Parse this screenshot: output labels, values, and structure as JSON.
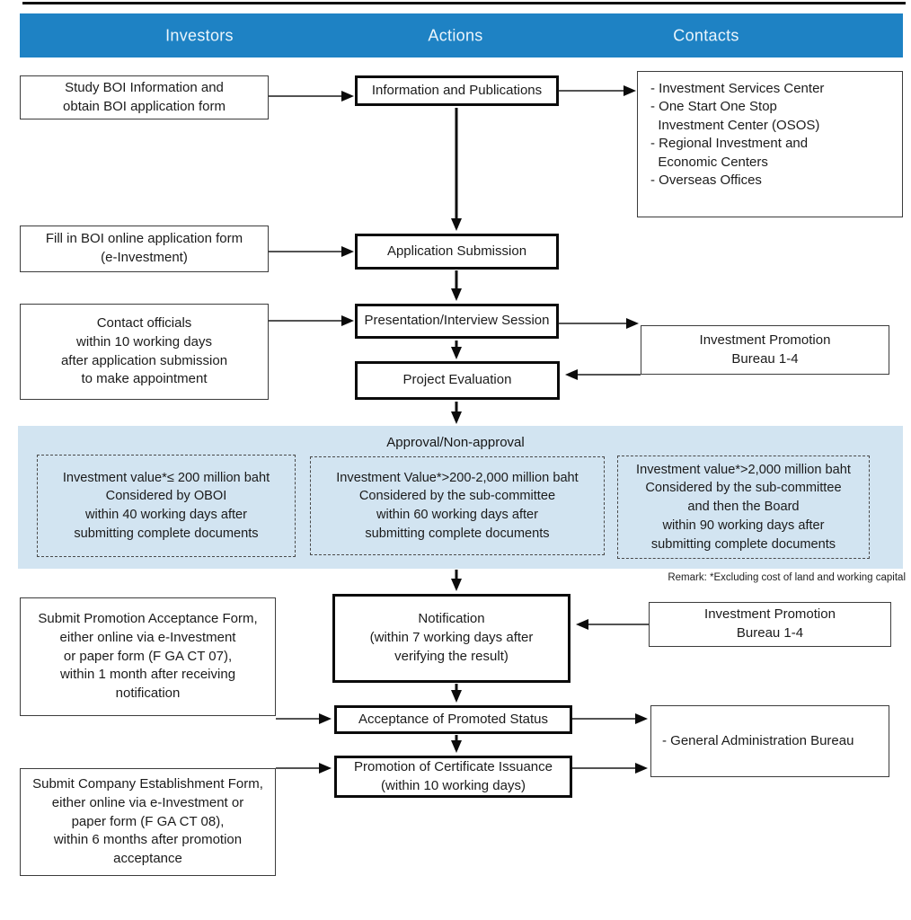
{
  "title": "BOI investment promotion application process flowchart",
  "colors": {
    "header_bg": "#1e82c4",
    "header_text": "#eaf5fc",
    "approval_band_bg": "#d2e4f1"
  },
  "header": {
    "columns": [
      "Investors",
      "Actions",
      "Contacts"
    ]
  },
  "investors": {
    "study": "Study BOI Information and\nobtain BOI application form",
    "fill_form": "Fill in BOI online application form\n(e-Investment)",
    "contact_officials": "Contact officials\nwithin 10 working days\nafter application submission\nto make appointment",
    "submit_acceptance": "Submit Promotion Acceptance Form,\neither online via e-Investment\nor paper form (F GA CT 07),\nwithin 1 month after receiving\nnotification",
    "submit_company": "Submit Company Establishment Form,\neither online via e-Investment or\npaper form (F GA CT 08),\nwithin 6 months after promotion\nacceptance"
  },
  "actions": {
    "information": "Information and Publications",
    "submission": "Application Submission",
    "presentation": "Presentation/Interview Session",
    "evaluation": "Project Evaluation",
    "notification": "Notification\n(within 7 working days after\nverifying the result)",
    "acceptance": "Acceptance of Promoted Status",
    "certificate": "Promotion of Certificate Issuance\n(within 10 working days)"
  },
  "contacts": {
    "info_centers": {
      "items": [
        "- Investment Services Center",
        "- One Start One Stop\n  Investment Center (OSOS)",
        "- Regional Investment and\n  Economic Centers",
        "- Overseas Offices"
      ]
    },
    "bureau_top": "Investment Promotion\nBureau 1-4",
    "bureau_bottom": "Investment Promotion\nBureau 1-4",
    "general_admin": "- General Administration Bureau"
  },
  "approval": {
    "title": "Approval/Non-approval",
    "tiers": [
      {
        "text": "Investment value*≤ 200 million baht\nConsidered by OBOI\nwithin 40 working days after\nsubmitting complete documents"
      },
      {
        "text": "Investment Value*>200-2,000 million baht\nConsidered by the sub-committee\nwithin 60 working days after\nsubmitting complete documents"
      },
      {
        "text": "Investment value*>2,000 million baht\nConsidered by the sub-committee\nand then the Board\nwithin 90 working days after\nsubmitting complete documents"
      }
    ],
    "remark": "Remark: *Excluding cost of land and working capital"
  }
}
